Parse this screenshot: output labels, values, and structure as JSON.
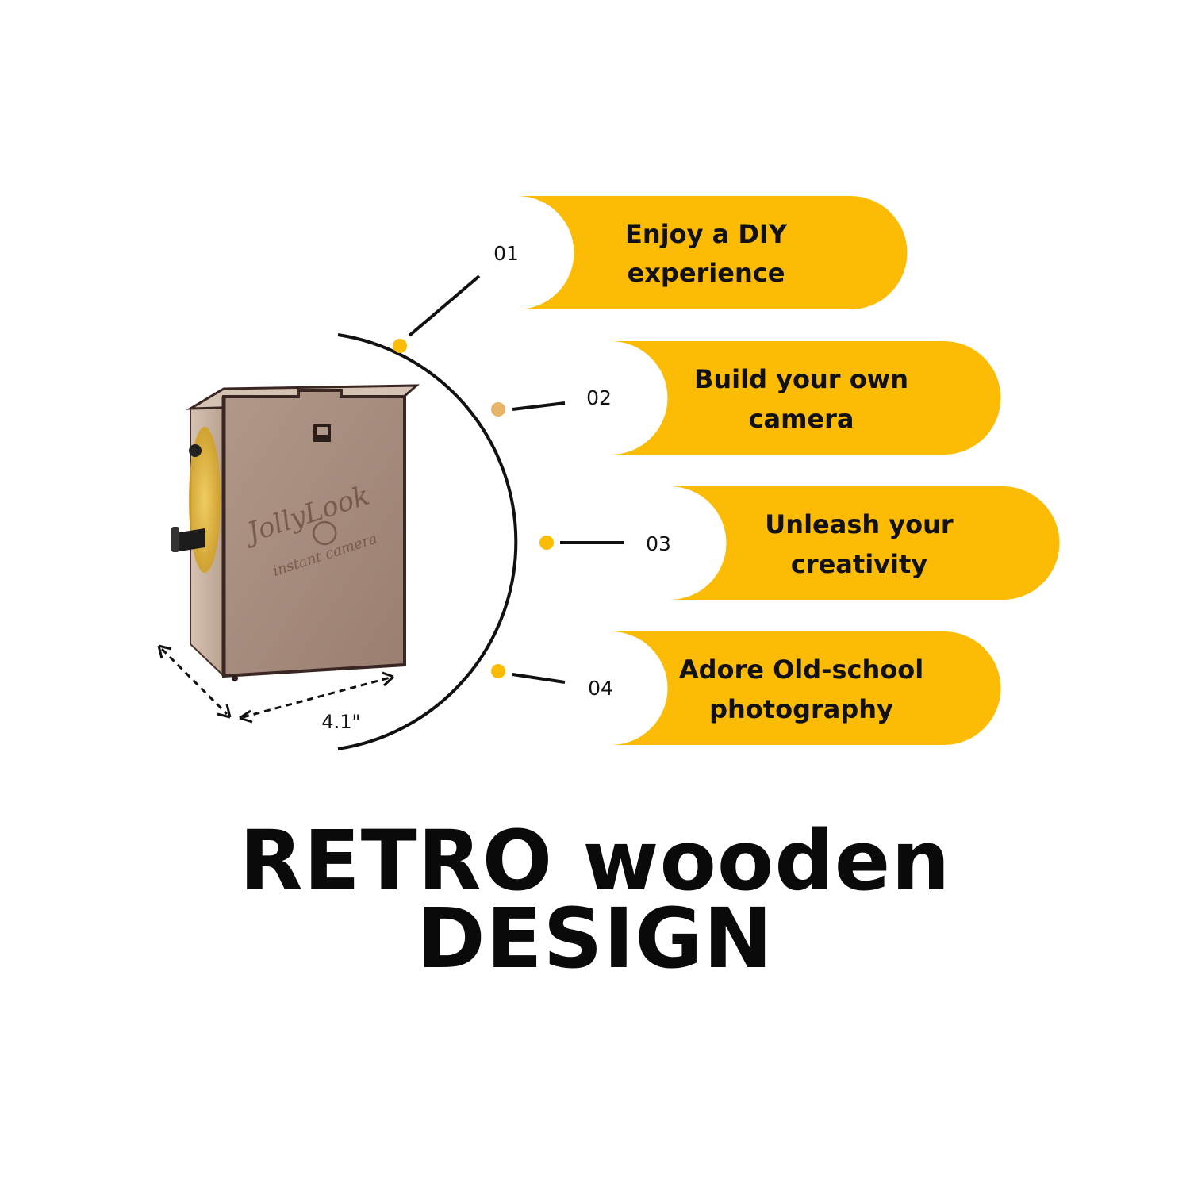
{
  "colors": {
    "accent": "#fcbb04",
    "dot_alt": "#e7b46a",
    "wood": "#a58b7c",
    "wood_dark": "#3a2723",
    "text": "#111111"
  },
  "product": {
    "logo_text": "JollyLook",
    "logo_subtext": "instant camera",
    "dimension_label": "4.1\""
  },
  "features": [
    {
      "number": "01",
      "line1": "Enjoy a DIY",
      "line2": "experience"
    },
    {
      "number": "02",
      "line1": "Build your own",
      "line2": "camera"
    },
    {
      "number": "03",
      "line1": "Unleash your",
      "line2": "creativity"
    },
    {
      "number": "04",
      "line1": "Adore Old-school",
      "line2": "photography"
    }
  ],
  "headline": {
    "line1": "RETRO wooden",
    "line2": "DESIGN"
  }
}
